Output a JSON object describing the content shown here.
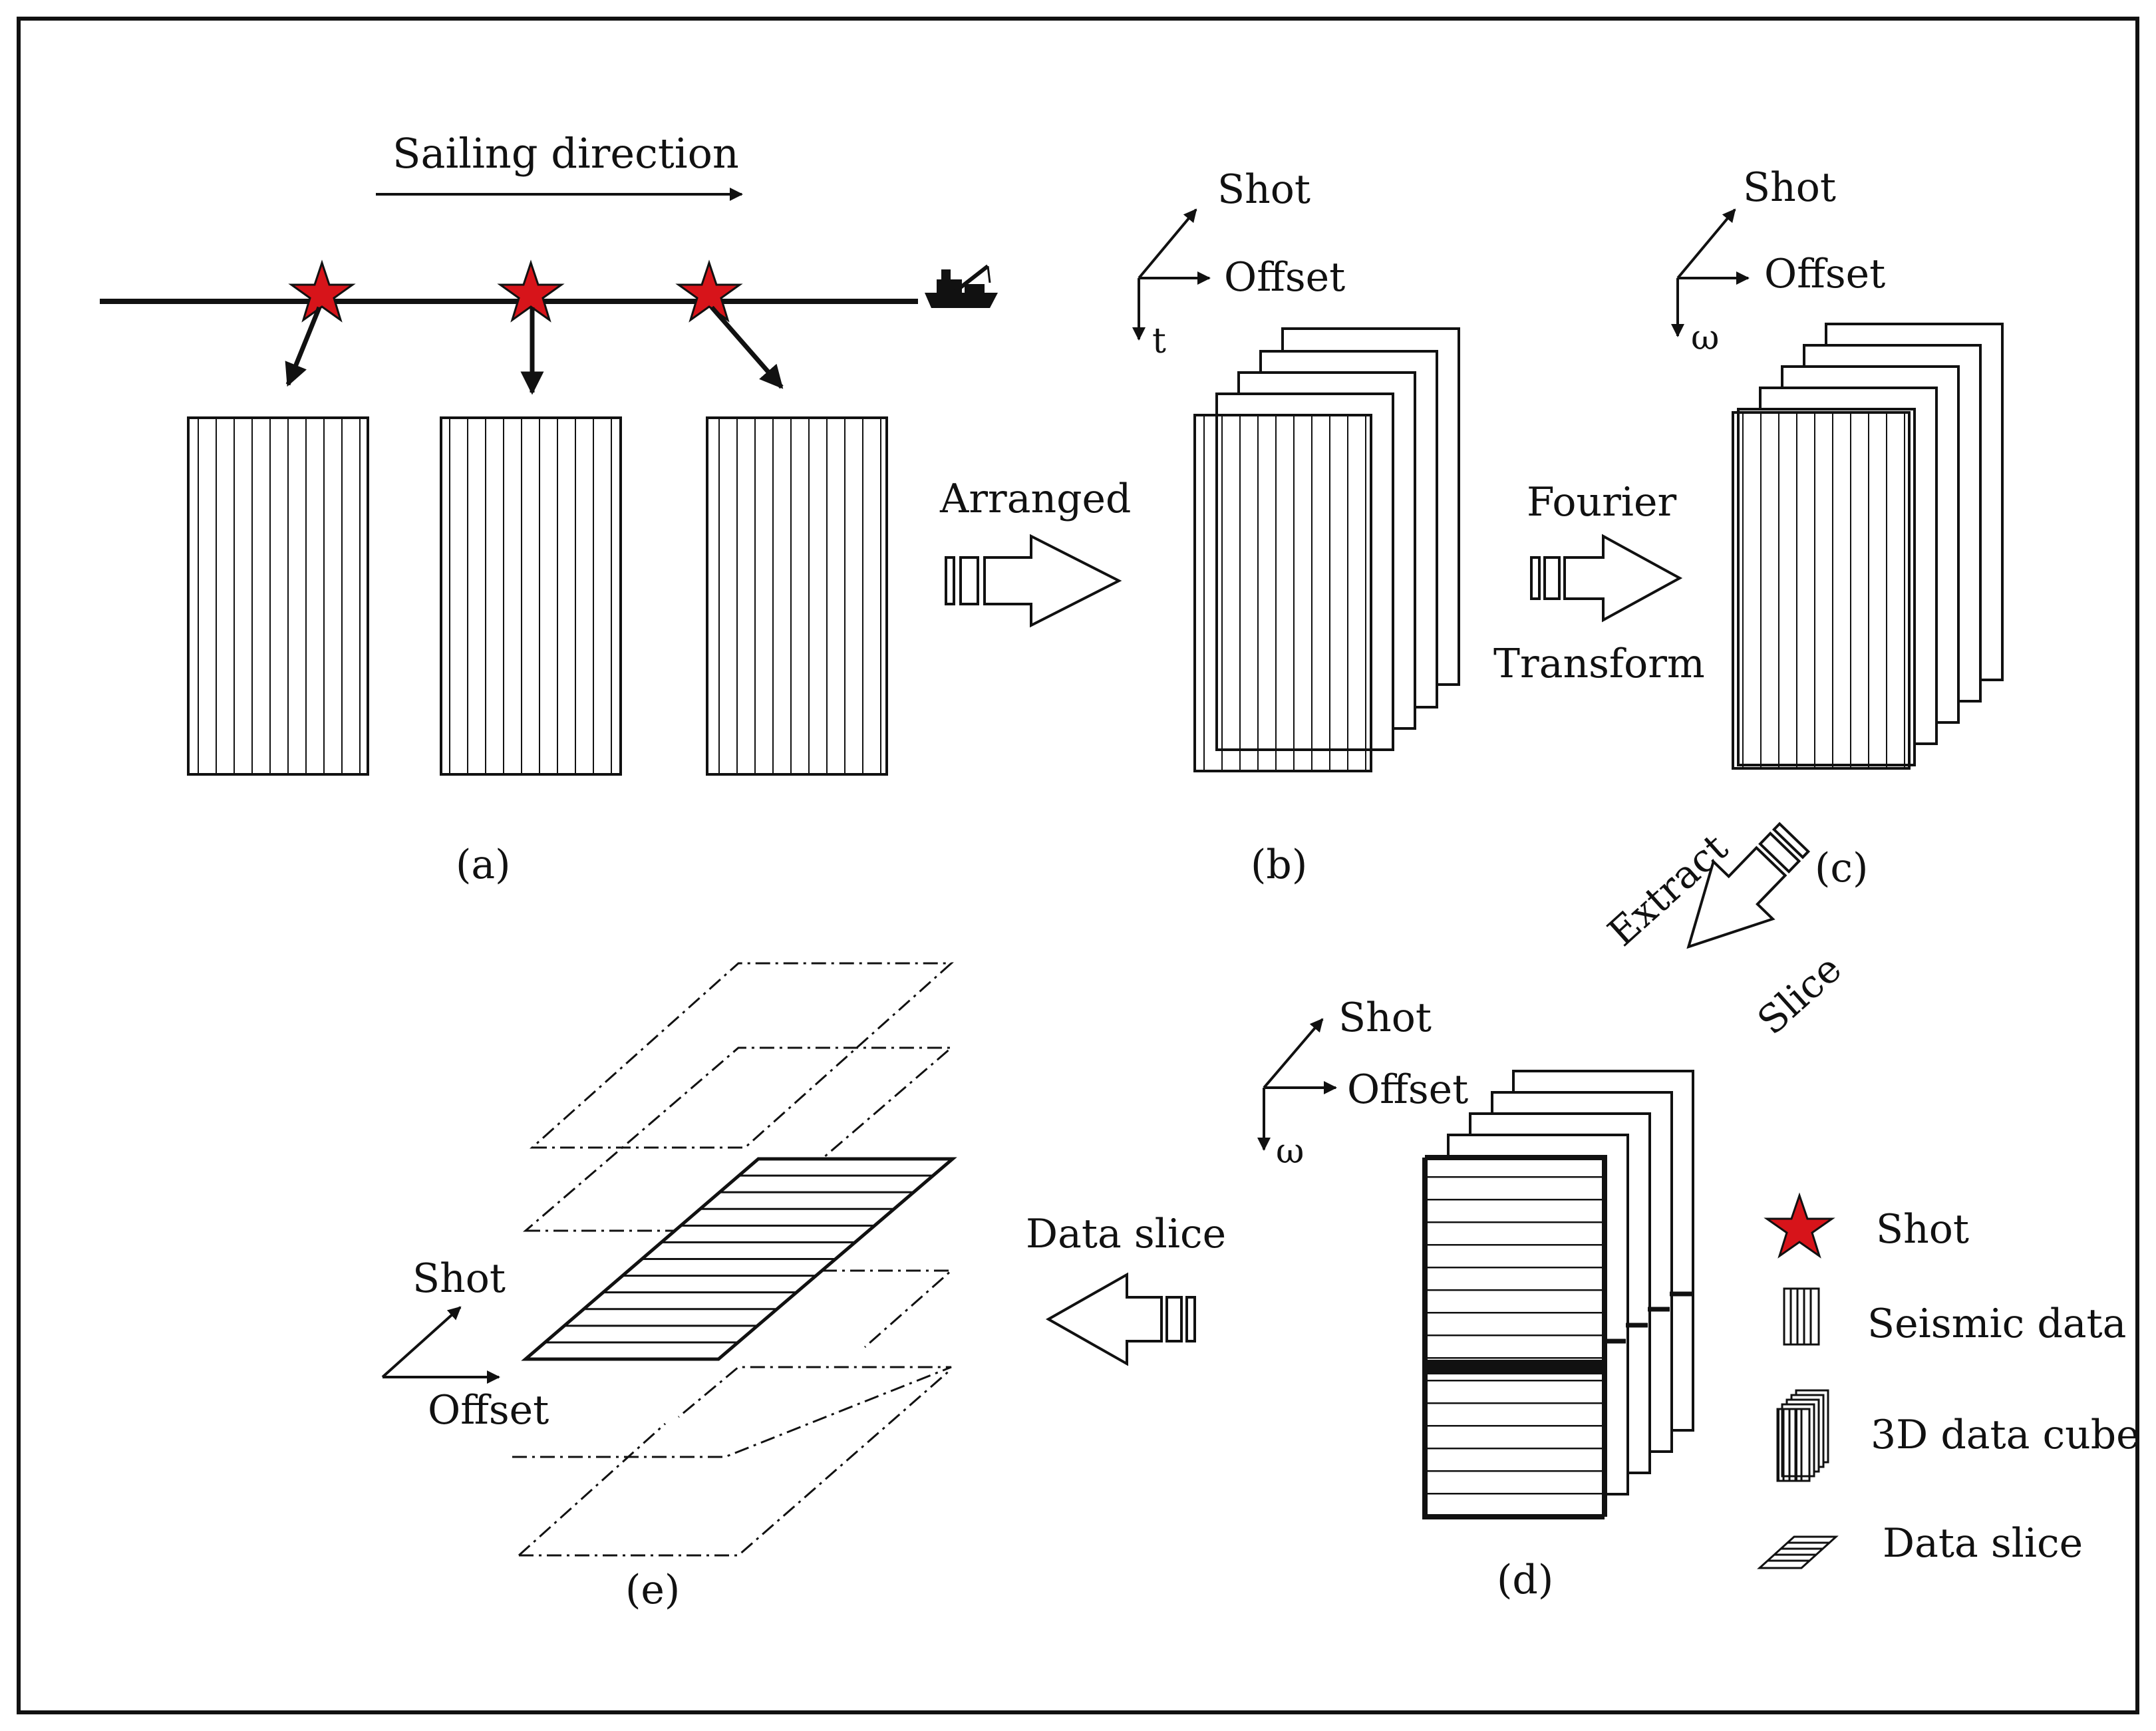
{
  "panel_a": {
    "sailing_label": "Sailing direction",
    "caption": "(a)"
  },
  "panel_b": {
    "axis_shot": "Shot",
    "axis_offset": "Offset",
    "axis_t": "t",
    "caption": "(b)"
  },
  "panel_c": {
    "axis_shot": "Shot",
    "axis_offset": "Offset",
    "axis_omega": "ω",
    "caption": "(c)"
  },
  "panel_d": {
    "axis_shot": "Shot",
    "axis_offset": "Offset",
    "axis_omega": "ω",
    "caption": "(d)"
  },
  "panel_e": {
    "axis_shot": "Shot",
    "axis_offset": "Offset",
    "caption": "(e)"
  },
  "steps": {
    "arranged": "Arranged",
    "fourier": "Fourier",
    "transform": "Transform",
    "extract": "Extract",
    "slice": "Slice",
    "data_slice": "Data slice"
  },
  "legend": {
    "shot": "Shot",
    "seismic_data": "Seismic data",
    "cube": "3D data cube",
    "data_slice": "Data slice"
  },
  "colors": {
    "star": "#d7141a",
    "ink": "#111111"
  }
}
